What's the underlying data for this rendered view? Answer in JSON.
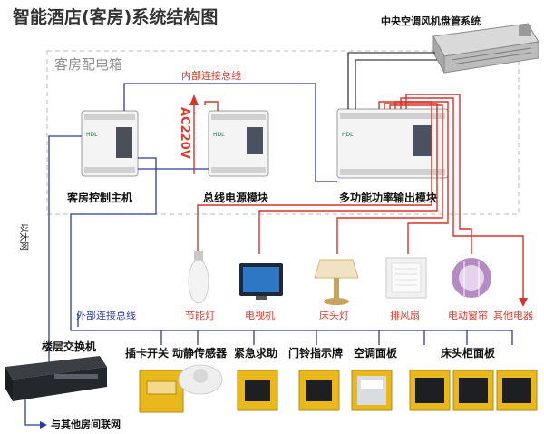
{
  "title": "智能酒店(客房)系统结构图",
  "hvac_label": "中央空调风机盘管系统",
  "box_label": "客房配电箱",
  "internal_bus": "内部连接总线",
  "ac_label": "AC220V",
  "external_bus": "外部连接总线",
  "ethernet": "以太网",
  "modules": {
    "host": "客房控制主机",
    "power": "总线电源模块",
    "output": "多功能功率输出模块",
    "brand": "HDL"
  },
  "appliances": [
    "节能灯",
    "电视机",
    "床头灯",
    "排风扇",
    "电动窗帘",
    "其他电器"
  ],
  "switch_label": "楼层交换机",
  "other_rooms": "与其他房间联网",
  "panels": [
    "插卡开关",
    "动静传感器",
    "紧急求助",
    "门铃指示牌",
    "空调面板",
    "床头柜面板"
  ],
  "colors": {
    "red_line": "#d8322a",
    "blue_line": "#2e3b9e",
    "panel_gold": "#e8b81c",
    "text": "#111111"
  }
}
